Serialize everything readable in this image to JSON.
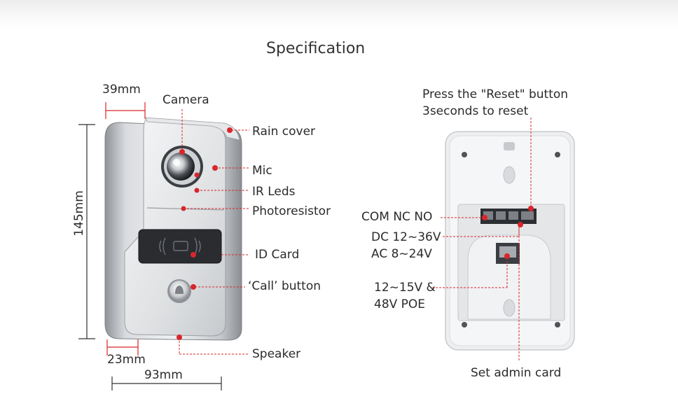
{
  "title": "Specification",
  "left": {
    "dimensions": {
      "width_top": "39mm",
      "height": "145mm",
      "depth_bottom": "23mm",
      "width_bottom": "93mm"
    },
    "labels": {
      "camera": "Camera",
      "rain_cover": "Rain cover",
      "mic": "Mic",
      "ir_leds": "IR Leds",
      "photoresistor": "Photoresistor",
      "id_card": "ID Card",
      "call_button": "‘Call’ button",
      "speaker": "Speaker"
    }
  },
  "right": {
    "labels": {
      "reset_line1": "Press the \"Reset\" button",
      "reset_line2": "3seconds to reset",
      "com_nc_no": "COM NC NO",
      "dc_line1": "DC 12~36V",
      "dc_line2": "AC 8~24V",
      "poe_line1": "12~15V &",
      "poe_line2": "48V POE",
      "admin": "Set admin card"
    }
  },
  "colors": {
    "marker": "#d8262a",
    "leader": "#d8262a",
    "metal": "#b9bcc0",
    "panel": "#eef0f2"
  }
}
